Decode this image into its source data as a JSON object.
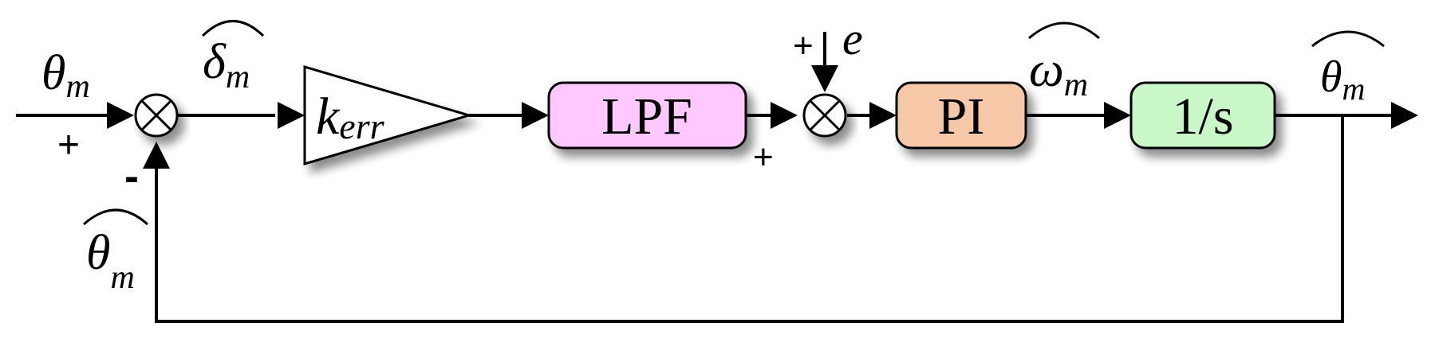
{
  "blocks": {
    "gain": {
      "label": "k",
      "subscript": "err"
    },
    "lpf": {
      "label": "LPF",
      "fill": "#ffc8ff"
    },
    "pi": {
      "label": "PI",
      "fill": "#f7c8a8"
    },
    "integrator": {
      "label": "1/s",
      "fill": "#c8f7c8"
    }
  },
  "signals": {
    "input": {
      "symbol": "θ",
      "subscript": "m"
    },
    "error": {
      "symbol": "δ",
      "subscript": "m"
    },
    "disturbance": {
      "symbol": "e"
    },
    "speed": {
      "symbol": "ω",
      "subscript": "m"
    },
    "output": {
      "symbol": "θ",
      "subscript": "m"
    },
    "feedback": {
      "symbol": "θ",
      "subscript": "m"
    }
  },
  "signs": {
    "sum1_input": "+",
    "sum1_feedback": "-",
    "sum2_disturbance": "+",
    "sum2_lpf": "+"
  },
  "colors": {
    "line": "#000000",
    "summing_junction": "#ffffff"
  }
}
